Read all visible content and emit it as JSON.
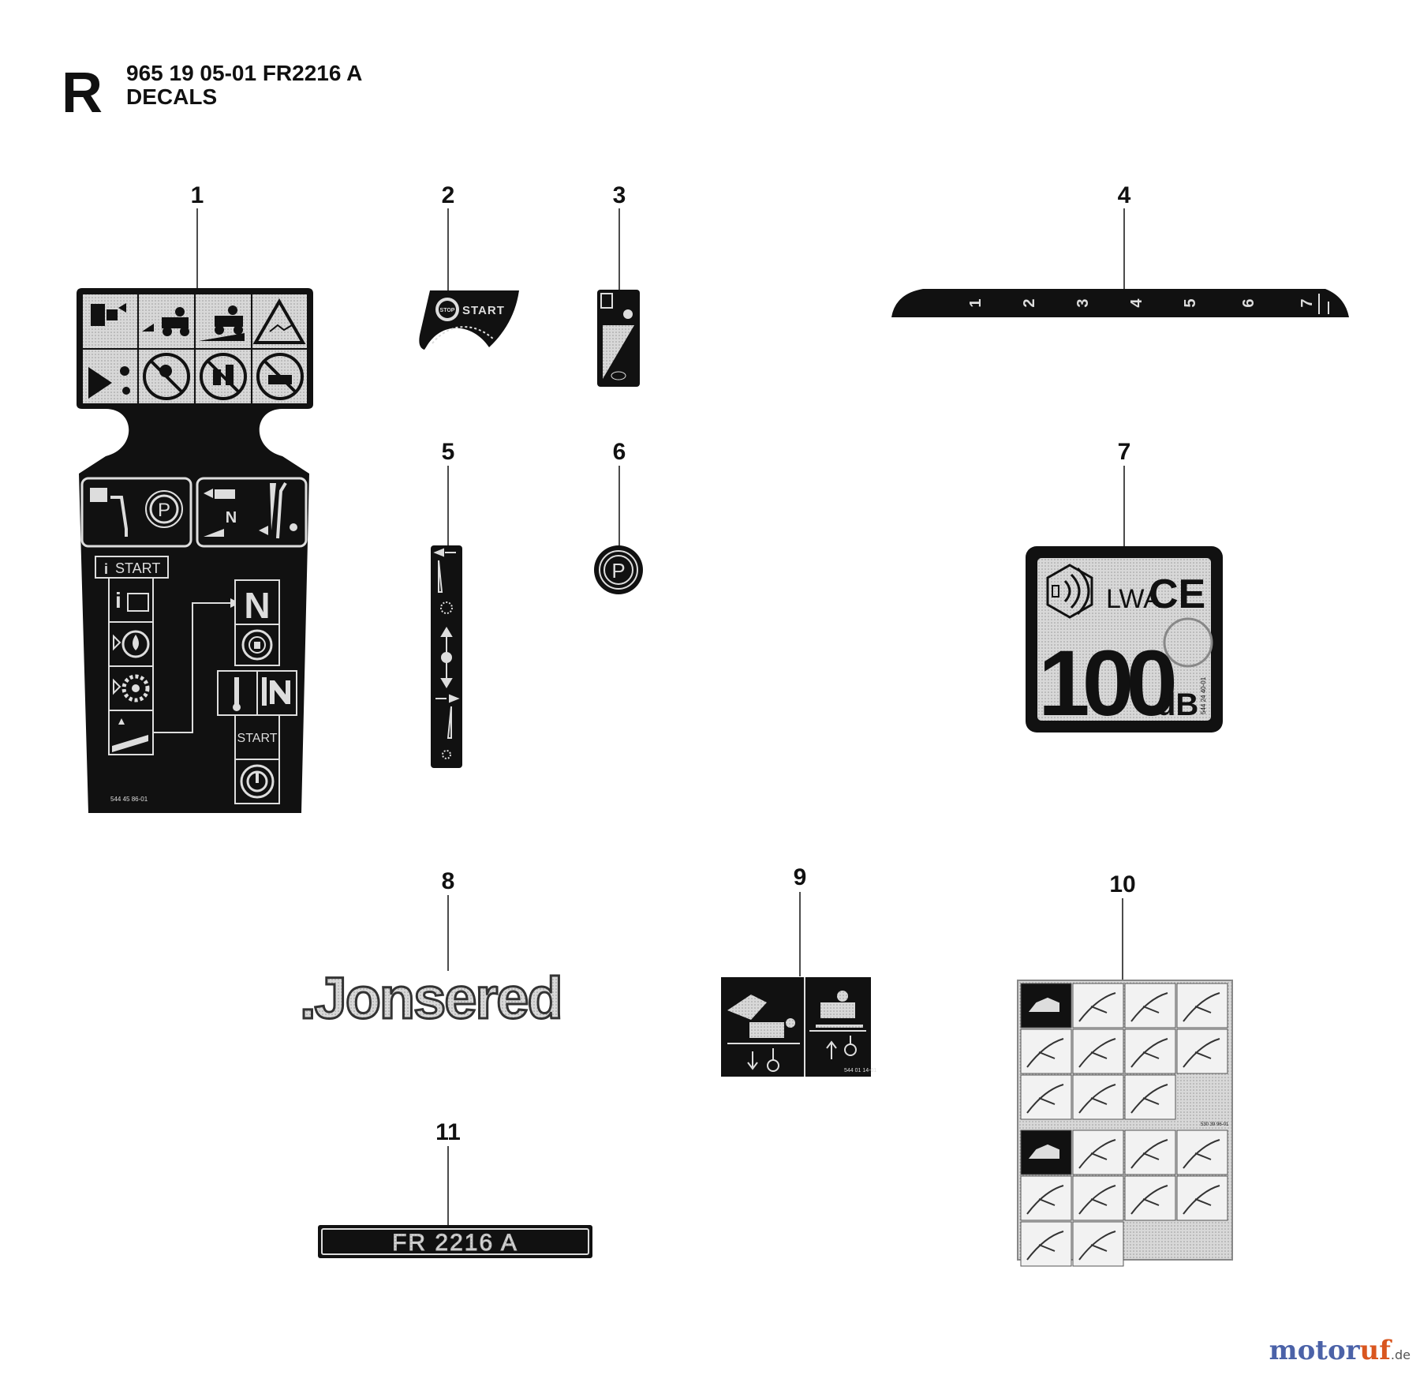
{
  "header": {
    "section_letter": "R",
    "part_number_line": "965 19 05-01 FR2216 A",
    "title": "DECALS"
  },
  "callouts": [
    "1",
    "2",
    "3",
    "4",
    "5",
    "6",
    "7",
    "8",
    "9",
    "10",
    "11"
  ],
  "decal1": {
    "start_label": "START",
    "neutral_label": "N",
    "start_label_2": "START",
    "park_symbol": "P",
    "part_code": "544 45 86-01"
  },
  "decal2": {
    "stop_label": "STOP",
    "start_label": "START"
  },
  "decal4": {
    "scale": [
      "1",
      "2",
      "3",
      "4",
      "5",
      "6",
      "7"
    ]
  },
  "decal6": {
    "symbol": "P"
  },
  "decal7": {
    "lwa_label": "LWA",
    "ce_mark": "CE",
    "sound_value": "100",
    "unit": "dB",
    "part_code": "544 24 40-01"
  },
  "decal8": {
    "brand": ".Jonsered"
  },
  "decal9": {
    "part_code": "544 01 14-01"
  },
  "decal10": {
    "part_code": "530 39 96-01"
  },
  "decal11": {
    "model": "FR 2216 A"
  },
  "watermark": {
    "main": "motor",
    "accent": "uf",
    "tld": ".de"
  },
  "icons": {
    "decal1_top": [
      "pto-engage-icon",
      "cut-height-icon",
      "mower-slope-icon",
      "warning-triangle-icon",
      "thrown-objects-icon",
      "no-slope-icon",
      "keep-children-away-icon",
      "no-passengers-icon"
    ],
    "decal1_bottom": [
      "parking-brake-pedal-icon",
      "forward-reverse-pedal-icon",
      "manual-book-icon",
      "fuel-icon",
      "choke-gear-icon",
      "mower-lift-icon",
      "lock-icon",
      "ignition-icon"
    ]
  }
}
